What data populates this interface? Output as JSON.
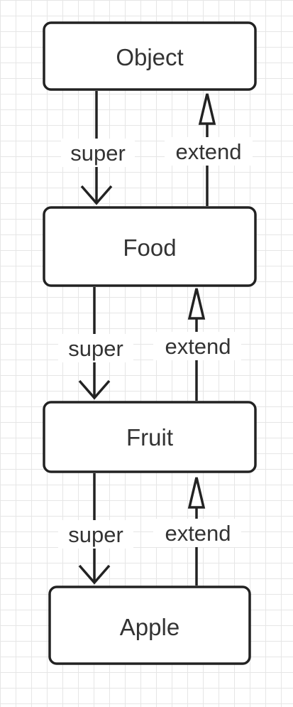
{
  "nodes": {
    "object": "Object",
    "food": "Food",
    "fruit": "Fruit",
    "apple": "Apple"
  },
  "edges": {
    "super_label": "super",
    "extend_label": "extend"
  },
  "colors": {
    "stroke": "#222222",
    "text": "#333333",
    "grid": "#e6e6e6"
  }
}
